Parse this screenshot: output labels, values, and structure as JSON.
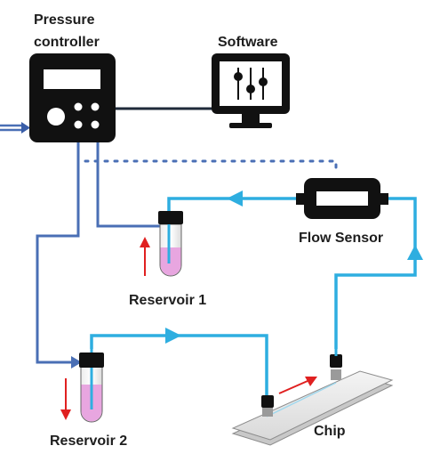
{
  "labels": {
    "pressure_controller_line1": "Pressure",
    "pressure_controller_line2": "controller",
    "software": "Software",
    "flow_sensor": "Flow Sensor",
    "reservoir1": "Reservoir 1",
    "reservoir2": "Reservoir 2",
    "chip": "Chip"
  },
  "colors": {
    "pressure_line": "#4a6fb5",
    "fluid_line": "#2eaee0",
    "device_body": "#111111",
    "liquid": "#e8a6e0",
    "flow_arrow": "#e02020",
    "signal_dots": "#4a6fb5"
  },
  "icons": [
    "pressure-controller-icon",
    "monitor-icon",
    "flow-sensor-icon",
    "reservoir-tube-icon",
    "microfluidic-chip-icon"
  ]
}
